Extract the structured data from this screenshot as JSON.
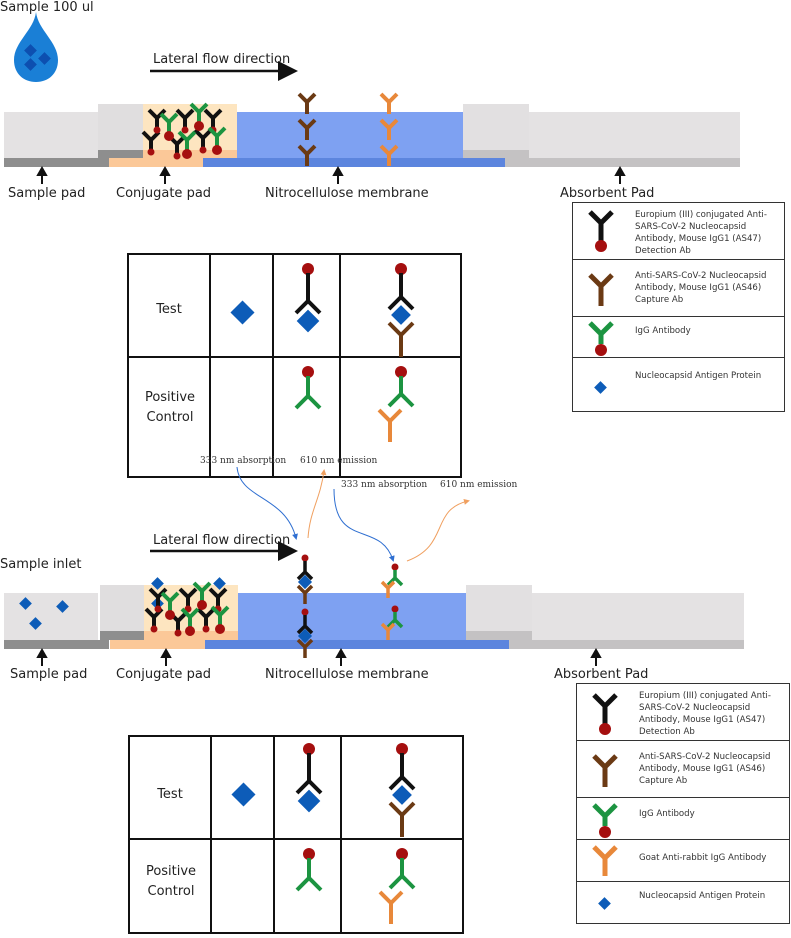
{
  "colors": {
    "detection_ab": "#111111",
    "europium": "#a50f0f",
    "capture_ab": "#6b3a14",
    "igg_ab": "#1c9441",
    "goat_ab": "#e8883a",
    "antigen": "#0d5cb8",
    "drop": "#1a7fd6",
    "nitrocellulose": "#7ea1f2",
    "nitrocellulose_base": "#5c85de",
    "conjugate_pad": "#fde5c0",
    "conjugate_base": "#fbc898",
    "pad_gray": "#e4e2e3",
    "pad_base_dark": "#8e8e8e",
    "pad_base_light": "#c4c2c3",
    "absorption_arrow": "#2f6fd1",
    "emission_arrow": "#f0a060"
  },
  "top": {
    "sample_label": "Sample 100 ul",
    "flow_label": "Lateral flow direction",
    "labels": {
      "sample_pad": "Sample pad",
      "conjugate_pad": "Conjugate pad",
      "membrane": "Nitrocellulose membrane",
      "absorbent_pad": "Absorbent Pad"
    },
    "grid": {
      "rows": [
        "Test",
        "Positive Control"
      ]
    }
  },
  "bottom": {
    "sample_label": "Sample inlet",
    "flow_label": "Lateral flow direction",
    "labels": {
      "sample_pad": "Sample pad",
      "conjugate_pad": "Conjugate pad",
      "membrane": "Nitrocellulose membrane",
      "absorbent_pad": "Absorbent Pad"
    },
    "annotations": {
      "absorption_1": "333 nm absorption",
      "emission_1": "610 nm emission",
      "absorption_2": "333 nm absorption",
      "emission_2": "610 nm emission"
    },
    "grid": {
      "rows": [
        "Test",
        "Positive Control"
      ]
    }
  },
  "legend": [
    {
      "icon": "detection-antibody",
      "text": "Europium (III) conjugated Anti-\nSARS-CoV-2 Nucleocapsid\nAntibody, Mouse IgG1 (AS47)\nDetection Ab"
    },
    {
      "icon": "capture-antibody",
      "text": "Anti-SARS-CoV-2 Nucleocapsid\nAntibody, Mouse IgG1 (AS46)\nCapture Ab"
    },
    {
      "icon": "igg-antibody",
      "text": "IgG Antibody"
    },
    {
      "icon": "goat-antibody",
      "text": "Goat Anti-rabbit IgG Antibody"
    },
    {
      "icon": "antigen",
      "text": "Nucleocapsid Antigen Protein"
    }
  ]
}
